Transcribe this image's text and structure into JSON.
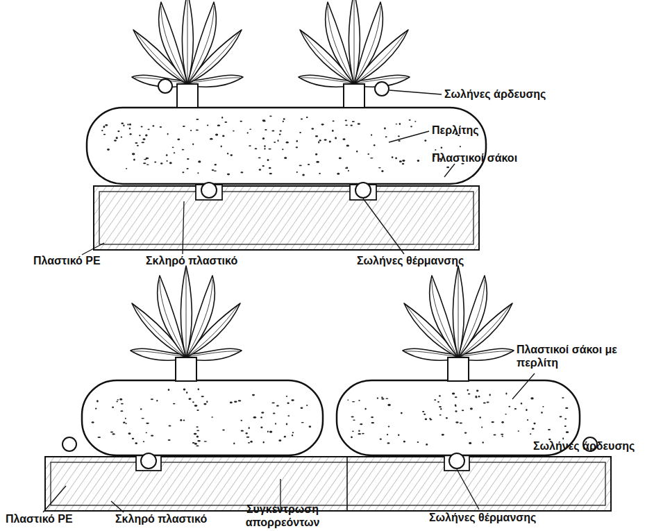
{
  "diagram": {
    "labels": [
      "Σωλήνες άρδευσης",
      "Περλίτης",
      "Πλαστικοί σάκοι",
      "Πλαστικό PE",
      "Σκληρό πλαστικό",
      "Σωλήνες θέρμανσης",
      "Πλαστικοί σάκοι με περλίτη",
      "Σωλήνες άρδευσης",
      "Πλαστικό PE",
      "Σκληρό πλαστικό",
      "Συγκέντρωση απορρεόντων",
      "Σωλήνες θέρμανσης"
    ]
  }
}
